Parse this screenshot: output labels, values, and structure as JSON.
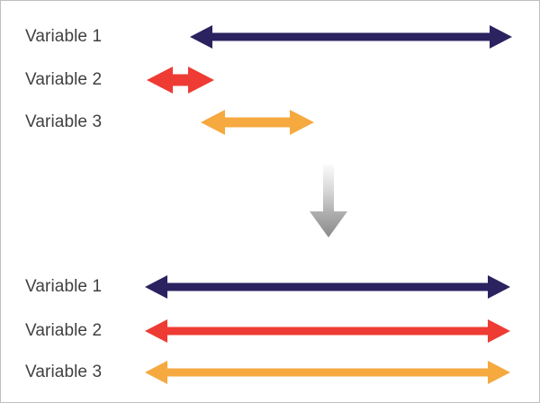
{
  "figure": {
    "type": "diagram",
    "description": "Two-panel diagram showing three variables with short/unequal ranges transformed into equal full ranges",
    "background_color": "#ffffff",
    "border_color": "#bfbfbf",
    "label_color": "#404040"
  },
  "colors": {
    "variable_1": "#2b2260",
    "variable_2": "#ee3b33",
    "variable_3": "#f5a93f",
    "transition_arrow_top": "#f4f4f4",
    "transition_arrow_bottom": "#8e8e8e"
  },
  "panels": [
    {
      "id": "before",
      "name": "before-scaling",
      "rows": [
        {
          "label": "Variable 1",
          "color_key": "variable_1",
          "start": 210,
          "end": 568,
          "thickness": 9,
          "head": 26
        },
        {
          "label": "Variable 2",
          "color_key": "variable_2",
          "start": 162,
          "end": 237,
          "thickness": 13,
          "head": 30
        },
        {
          "label": "Variable 3",
          "color_key": "variable_3",
          "start": 222,
          "end": 348,
          "thickness": 11,
          "head": 28
        }
      ]
    },
    {
      "id": "after",
      "name": "after-scaling",
      "rows": [
        {
          "label": "Variable 1",
          "color_key": "variable_1",
          "start": 160,
          "end": 566,
          "thickness": 9,
          "head": 26
        },
        {
          "label": "Variable 2",
          "color_key": "variable_2",
          "start": 160,
          "end": 566,
          "thickness": 9,
          "head": 26
        },
        {
          "label": "Variable 3",
          "color_key": "variable_3",
          "start": 160,
          "end": 566,
          "thickness": 9,
          "head": 26
        }
      ]
    }
  ],
  "transition": {
    "icon": "down-arrow-icon",
    "direction": "down"
  }
}
